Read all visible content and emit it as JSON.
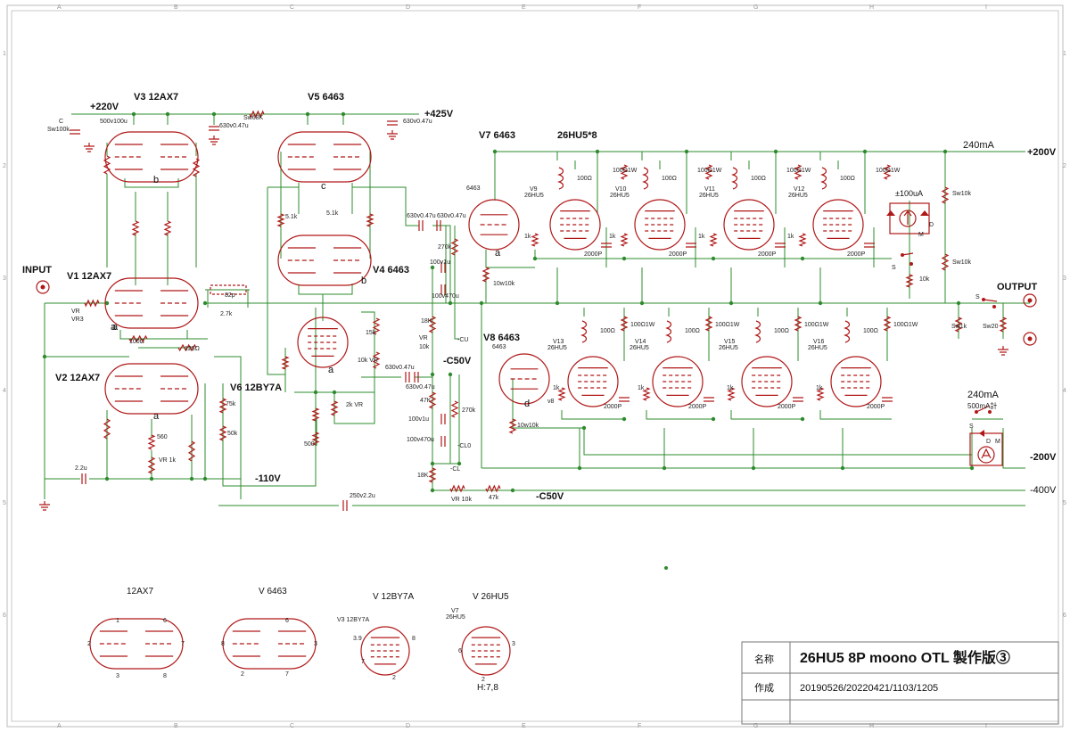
{
  "border": {
    "cols": [
      "A",
      "B",
      "C",
      "D",
      "E",
      "F",
      "G",
      "H",
      "I"
    ],
    "rows": [
      "1",
      "2",
      "3",
      "4",
      "5",
      "6"
    ]
  },
  "tube_labels": {
    "v3": "V3 12AX7",
    "v5": "V5 6463",
    "v7": "V7 6463",
    "out_top": "26HU5*8",
    "v1": "V1 12AX7",
    "v4": "V4 6463",
    "v2": "V2 12AX7",
    "v6": "V6 12BY7A",
    "v8": "V8 6463"
  },
  "rails": {
    "plus220": "+220V",
    "plus425": "+425V",
    "plus200": "+200V",
    "minus110": "-110V",
    "minus200": "-200V",
    "minus400": "-400V",
    "minus_c50": "-C50V",
    "minus_c50_b": "-C50V",
    "current_top": "240mA",
    "current_bottom": "240mA",
    "meter_500": "500mA計",
    "meter_100": "±100uA"
  },
  "io": {
    "input": "INPUT",
    "output": "OUTPUT"
  },
  "upper_out_tubes": [
    {
      "name": "V9",
      "type": "26HU5"
    },
    {
      "name": "V10",
      "type": "26HU5"
    },
    {
      "name": "V11",
      "type": "26HU5"
    },
    {
      "name": "V12",
      "type": "26HU5"
    }
  ],
  "lower_out_tubes": [
    {
      "name": "V13",
      "type": "26HU5"
    },
    {
      "name": "V14",
      "type": "26HU5"
    },
    {
      "name": "V15",
      "type": "26HU5"
    },
    {
      "name": "V16",
      "type": "26HU5"
    }
  ],
  "parts": {
    "c_in": "C",
    "sw100k": "Sw100k",
    "c500": "500v100u",
    "c630a": "630v0.47u",
    "sw68k": "Sw68K",
    "c630b": "630v0.47u",
    "r1k": "1k",
    "r100": "100Ω",
    "r125": "125Ω",
    "r27k": "2.7k",
    "c82p": "82p",
    "r560": "560",
    "vr1k": "VR 1k",
    "c22u": "2.2u",
    "r51k": "5.1k",
    "r75k": "75k",
    "r50k": "50k",
    "c250": "250v2.2u",
    "r15k": "15k",
    "vr10k": "10k VR",
    "r2k": "2k VR",
    "r500": "500",
    "r270k": "270k",
    "c100v1u": "100v1u",
    "c100v470u": "100v470u",
    "r18k": "18K",
    "r47k": "47K",
    "r10w10k": "10w10k",
    "c2000p": "2000P",
    "r100w": "100Ω1W",
    "sw10k": "Sw10k",
    "sw20": "Sw20",
    "sw1k": "Sw1k",
    "cu": "-CU",
    "cl0": "-CL0",
    "cl": "-CL",
    "vr_label": "VR",
    "vr10k_b": "VR 10k",
    "r47k_b": "47k",
    "r10k": "10k",
    "tube6463": "6463",
    "s": "S",
    "d": "D",
    "m": "M",
    "vr3": "VR3",
    "v8": "v8"
  },
  "node_marks": [
    "a",
    "b",
    "c",
    "b",
    "a",
    "a",
    "a",
    "d"
  ],
  "legend": [
    {
      "title": "12AX7",
      "pins": [
        "2",
        "7",
        "1",
        "6",
        "3",
        "8"
      ]
    },
    {
      "title": "V 6463",
      "pins": [
        "8",
        "3",
        "2",
        "6",
        "7"
      ]
    },
    {
      "title": "V 12BY7A",
      "pins": [
        "3.9",
        "8",
        "7",
        "2"
      ]
    },
    {
      "title": "V 26HU5",
      "pins": [
        "6",
        "3",
        "2"
      ]
    }
  ],
  "legend_notes": {
    "v3": "V3 12BY7A",
    "v7": "V7",
    "v7type": "26HU5",
    "heater": "H:7,8"
  },
  "title_block": {
    "name_label": "名称",
    "name_value": "26HU5 8P moono OTL 製作版③",
    "made_label": "作成",
    "made_value": "20190526/20220421/1103/1205"
  }
}
